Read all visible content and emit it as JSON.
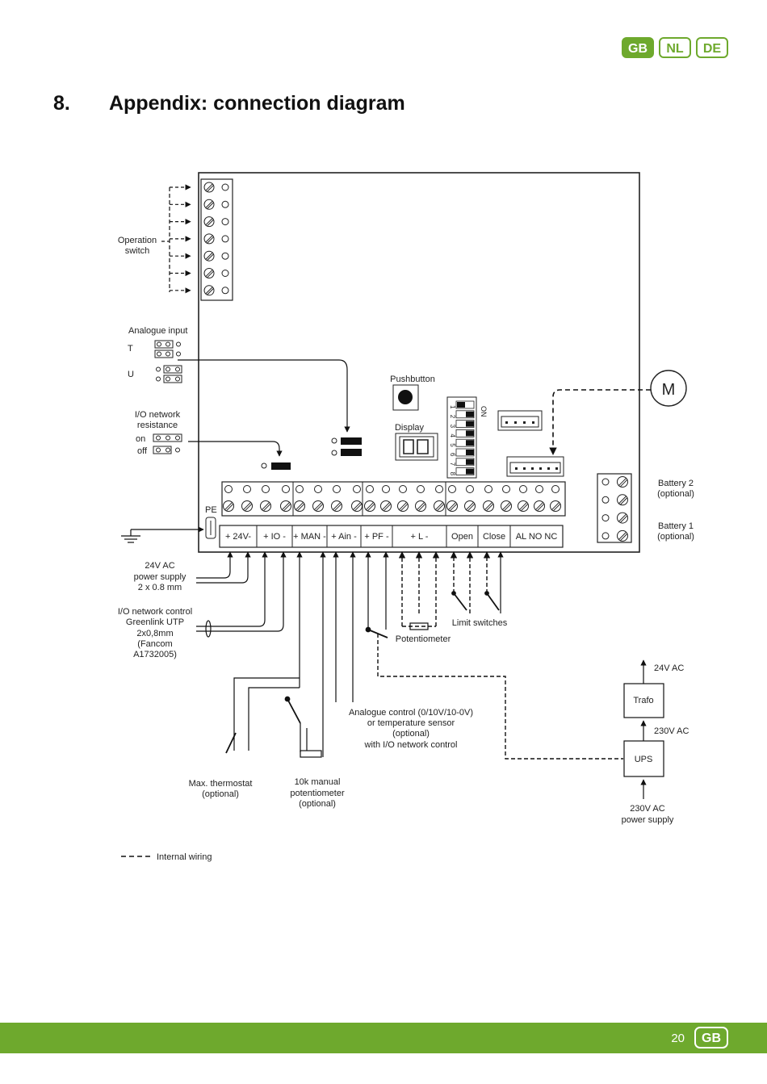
{
  "header": {
    "languages": [
      {
        "code": "GB",
        "active": true
      },
      {
        "code": "NL",
        "active": false
      },
      {
        "code": "DE",
        "active": false
      }
    ]
  },
  "heading": {
    "number": "8.",
    "text": "Appendix: connection diagram"
  },
  "diagram": {
    "operation_switch": [
      "Operation",
      "switch"
    ],
    "analogue_input": "Analogue input",
    "jumper_T": "T",
    "jumper_U": "U",
    "io_resistance": [
      "I/O network",
      "resistance"
    ],
    "on": "on",
    "off": "off",
    "pushbutton": "Pushbutton",
    "display": "Display",
    "dip_on": "ON",
    "dip_numbers": [
      "1",
      "2",
      "3",
      "4",
      "5",
      "6",
      "7",
      "8"
    ],
    "motor": "M",
    "pe": "PE",
    "battery2": [
      "Battery 2",
      "(optional)"
    ],
    "battery1": [
      "Battery 1",
      "(optional)"
    ],
    "terminals": [
      "+ 24V-",
      "+ IO -",
      "+ MAN -",
      "+ Ain -",
      "+ PF -",
      "+ L -",
      "Open",
      "Close",
      "AL NO NC"
    ],
    "power_supply_24": [
      "24V AC",
      "power supply",
      "2 x 0.8 mm"
    ],
    "io_control": [
      "I/O network control",
      "Greenlink UTP",
      "2x0,8mm",
      "(Fancom",
      "A1732005)"
    ],
    "limit_switches": "Limit switches",
    "potentiometer": "Potentiometer",
    "ac24": "24V AC",
    "trafo": "Trafo",
    "ac230": "230V AC",
    "ups": "UPS",
    "analogue_control": [
      "Analogue control (0/10V/10-0V)",
      "or temperature sensor",
      "(optional)",
      "with I/O network control"
    ],
    "max_thermostat": [
      "Max. thermostat",
      "(optional)"
    ],
    "manual_pot": [
      "10k manual",
      "potentiometer",
      "(optional)"
    ],
    "power_supply_230": [
      "230V AC",
      "power supply"
    ],
    "legend": "Internal wiring"
  },
  "footer": {
    "page_number": "20",
    "language": "GB"
  },
  "colors": {
    "brand_green": "#6ea92d"
  }
}
